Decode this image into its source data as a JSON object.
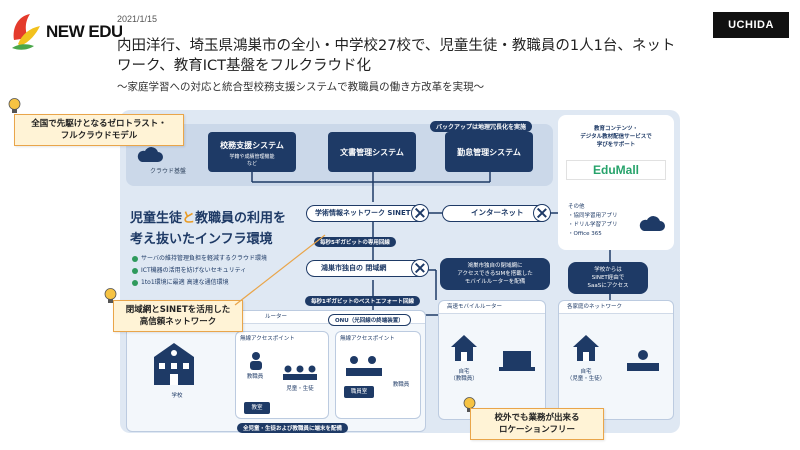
{
  "brand": {
    "left_logo": "NEW EDU",
    "right_logo": "UCHIDA",
    "colors": {
      "navy": "#1e3a66",
      "orange": "#e99b25",
      "callout_bg": "#fff3d6",
      "green": "#27a36b"
    }
  },
  "date": "2021/1/15",
  "headline": "内田洋行、埼玉県鴻巣市の全小・中学校27校で、児童生徒・教職員の1人1台、ネットワーク、教育ICT基盤をフルクラウド化",
  "subline": "～家庭学習への対応と統合型校務支援システムで教職員の働き方改革を実現～",
  "diagram": {
    "backup_tag": "バックアップは地理冗長化を実施",
    "cloud_base_label": "クラウド基盤",
    "systems": [
      {
        "title": "校務支援システム",
        "sub1": "学籍や成績管理機能",
        "sub2": "など"
      },
      {
        "title": "文書管理システム",
        "sub1": "",
        "sub2": ""
      },
      {
        "title": "勤怠管理システム",
        "sub1": "",
        "sub2": ""
      }
    ],
    "left_heading": {
      "line1_a": "児童生徒",
      "line1_b": "と",
      "line1_c": "教職員",
      "line1_d": "の利用を",
      "line2": "考え抜いたインフラ環境"
    },
    "features": [
      "サーバの維持管理負担を軽減するクラウド環境",
      "ICT機器の活用を妨げないセキュリティ",
      "1to1環境に最適 高速な通信環境"
    ],
    "sinet_pill": "学術情報ネットワーク SINET",
    "internet_pill": "インターネット",
    "closed_pill": "鴻巣市独自の 閉域網",
    "tag_5g": "毎秒5ギガビットの専用回線",
    "tag_1g": "毎秒1ギガビットのベストエフォート回線",
    "bubble_mobile": "鴻巣市独自の閉域網に\nアクセスできるSIMを搭載した\nモバイルルーターを配備",
    "bubble_sinet": "学校からは\nSINET経由で\nSaaSにアクセス",
    "school_panel": {
      "router": "ルーター",
      "onu": "ONU（光回線の終端装置）",
      "ap1": "無線アクセスポイント",
      "ap2": "無線アクセスポイント",
      "teachers_a": "教職員",
      "students": "児童・生徒",
      "teachers_b": "教職員",
      "classroom": "教室",
      "staffroom": "職員室",
      "school": "学校",
      "bottom_tag": "全児童・生徒および教職員に端末を配備"
    },
    "mobile_panel": {
      "head": "高速モバイルルーター",
      "home": "自宅\n（教職員）"
    },
    "home_panel": {
      "head": "各家庭のネットワーク",
      "home": "自宅\n（児童・生徒）"
    },
    "edumall": {
      "title": "教育コンテンツ・\nデジタル教材配信サービスで\n学びをサポート",
      "logo": "EduMall",
      "other_title": "その他",
      "others": [
        "・協同学習用アプリ",
        "・ドリル学習アプリ",
        "・Office 365"
      ]
    }
  },
  "callouts": [
    "全国で先駆けとなるゼロトラスト・\nフルクラウドモデル",
    "閉域網とSINETを活用した\n高信頼ネットワーク",
    "校外でも業務が出来る\nロケーションフリー"
  ]
}
